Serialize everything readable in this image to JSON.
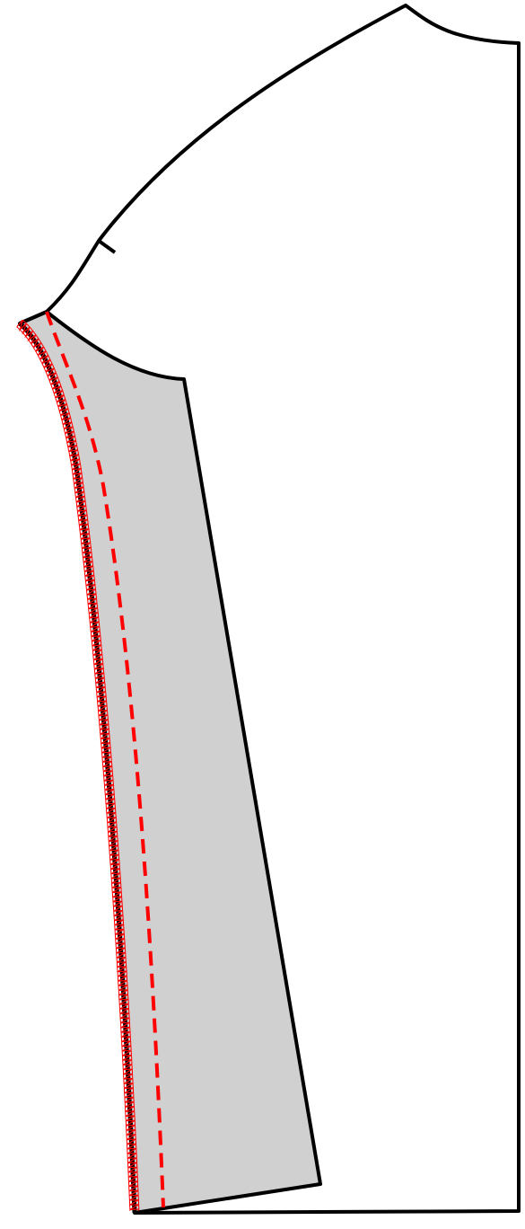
{
  "diagram": {
    "colors": {
      "background": "#ffffff",
      "outline": "#000000",
      "panel_fill": "#d0d0d0",
      "stitch": "#ff0000"
    },
    "elements": [
      {
        "name": "bodice-outline",
        "kind": "pattern-piece-outline"
      },
      {
        "name": "shaded-side-panel",
        "kind": "highlighted-panel"
      },
      {
        "name": "side-seam-line",
        "kind": "seam"
      },
      {
        "name": "overlock-stitch",
        "kind": "overlock-stitch"
      },
      {
        "name": "topstitch-line",
        "kind": "dashed-topstitch"
      },
      {
        "name": "notch-mark",
        "kind": "notch"
      }
    ]
  }
}
